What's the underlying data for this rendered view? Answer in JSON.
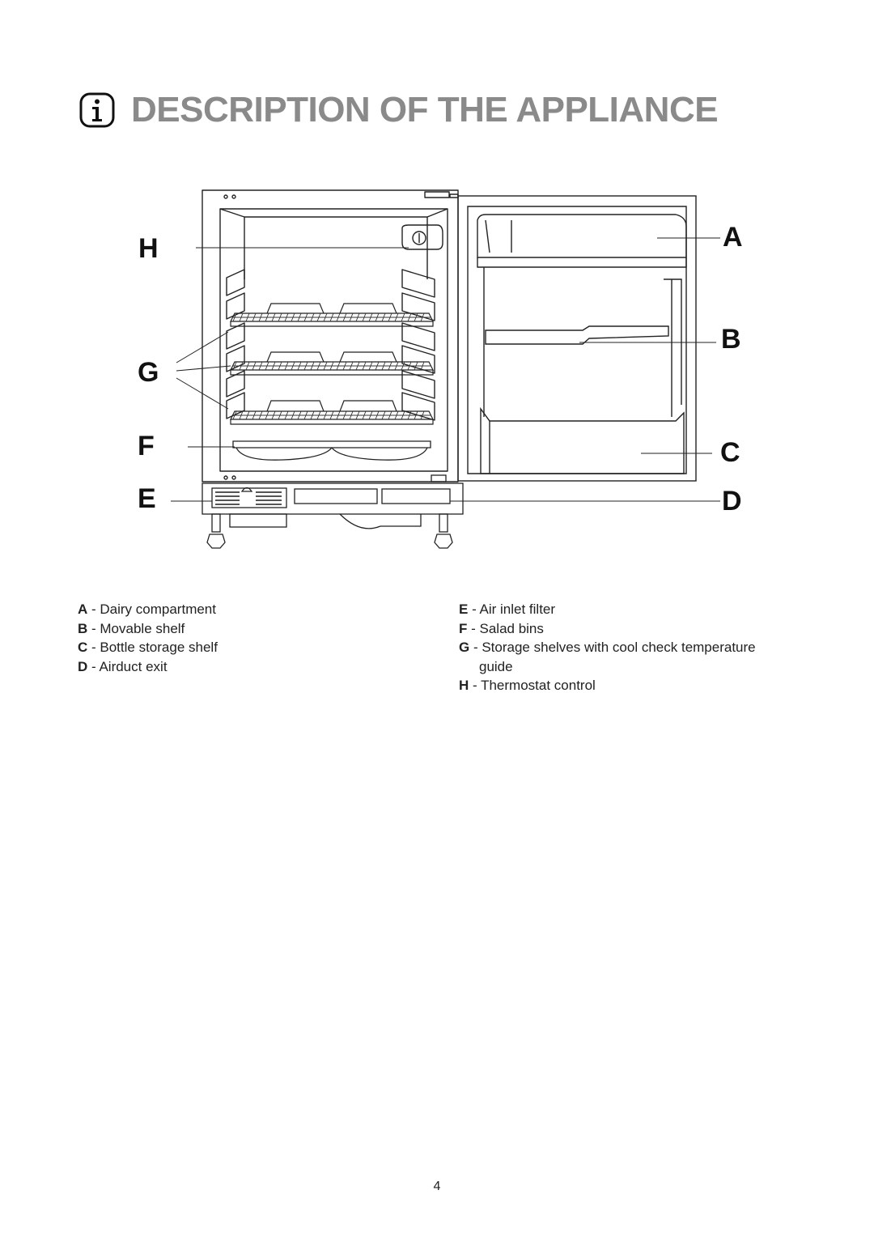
{
  "header": {
    "title": "DESCRIPTION OF THE APPLIANCE",
    "icon": "info-icon"
  },
  "diagram": {
    "callouts": {
      "A": "A",
      "B": "B",
      "C": "C",
      "D": "D",
      "E": "E",
      "F": "F",
      "G": "G",
      "H": "H"
    }
  },
  "legend": {
    "left": [
      {
        "key": "A",
        "sep": " - ",
        "text": "Dairy compartment"
      },
      {
        "key": "B",
        "sep": " - ",
        "text": "Movable shelf"
      },
      {
        "key": "C",
        "sep": " - ",
        "text": "Bottle storage shelf"
      },
      {
        "key": "D",
        "sep": " - ",
        "text": "Airduct exit"
      }
    ],
    "right": [
      {
        "key": "E",
        "sep": " - ",
        "text": "Air inlet filter"
      },
      {
        "key": "F",
        "sep": " - ",
        "text": "Salad bins"
      },
      {
        "key": "G",
        "sep": " - ",
        "text": "Storage shelves with cool check temperature",
        "cont": "guide"
      },
      {
        "key": "H",
        "sep": " - ",
        "text": "Thermostat control"
      }
    ]
  },
  "footer": {
    "page_number": "4"
  }
}
